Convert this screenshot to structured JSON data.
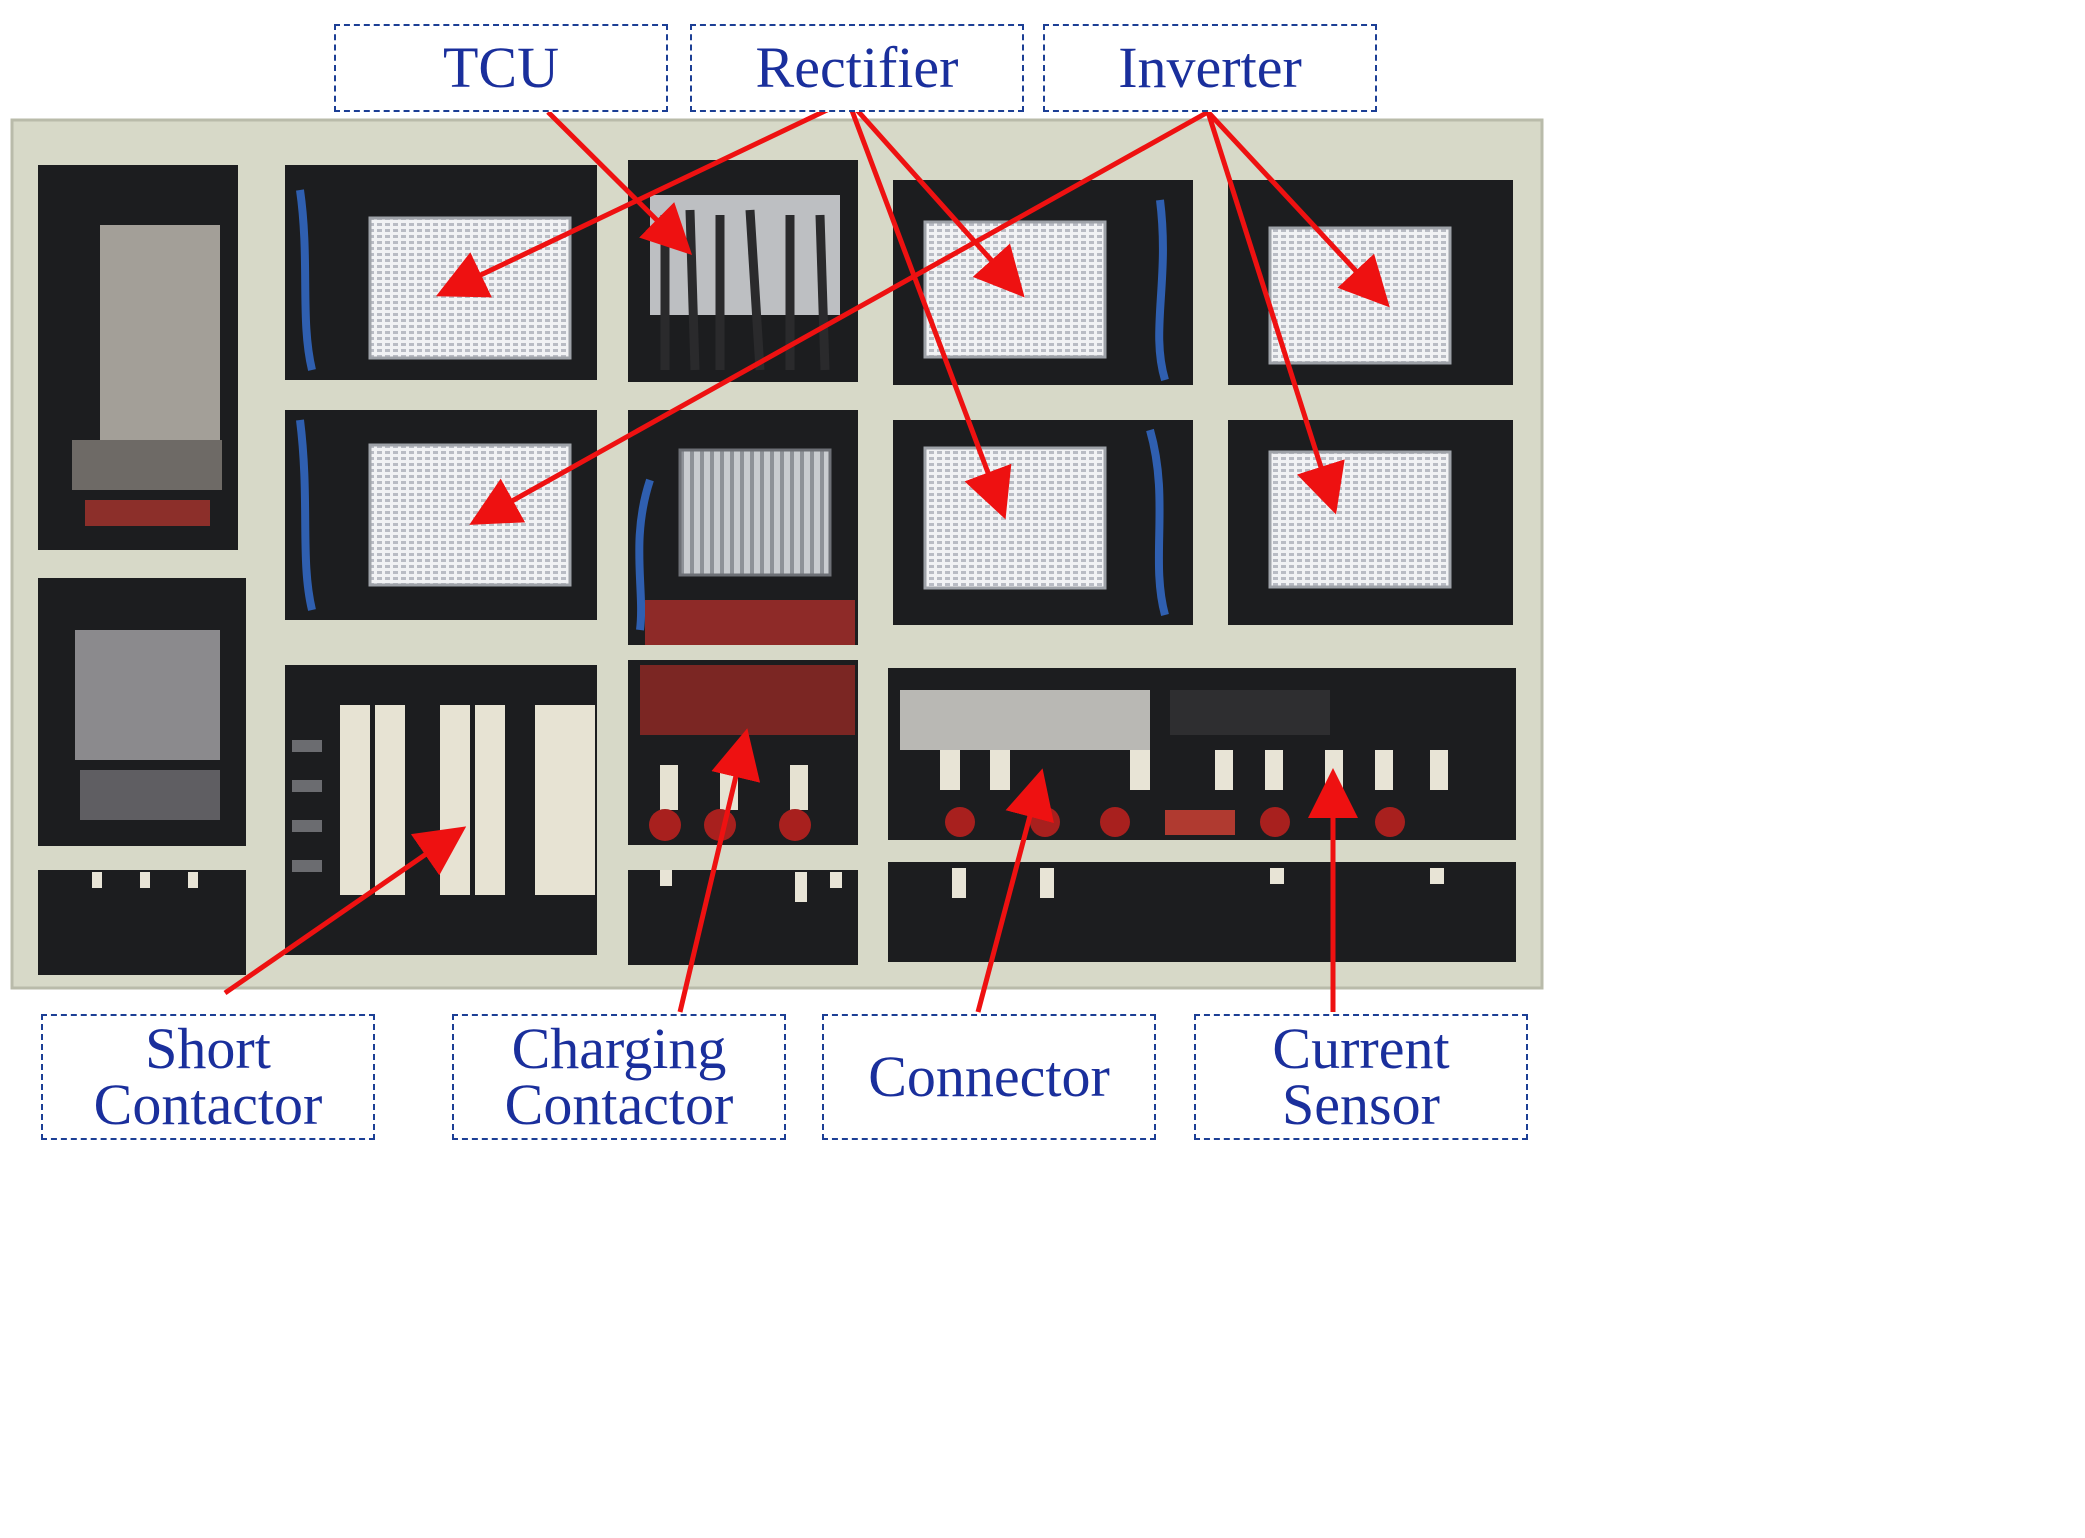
{
  "colors": {
    "label_text": "#1a2f9c",
    "label_border": "#1c3f95",
    "arrow": "#ee1111",
    "cabinet_frame": "#d7d9c8",
    "cabinet_dark": "#1c1d1f",
    "module_face": "#eceef0"
  },
  "labels": {
    "tcu": {
      "lines": [
        "TCU"
      ]
    },
    "rectifier": {
      "lines": [
        "Rectifier"
      ]
    },
    "inverter": {
      "lines": [
        "Inverter"
      ]
    },
    "short_contactor": {
      "lines": [
        "Short",
        "Contactor"
      ]
    },
    "charging_contactor": {
      "lines": [
        "Charging",
        "Contactor"
      ]
    },
    "connector": {
      "lines": [
        "Connector"
      ]
    },
    "current_sensor": {
      "lines": [
        "Current",
        "Sensor"
      ]
    }
  },
  "photo": {
    "subject": "power-converter-cabinet"
  }
}
